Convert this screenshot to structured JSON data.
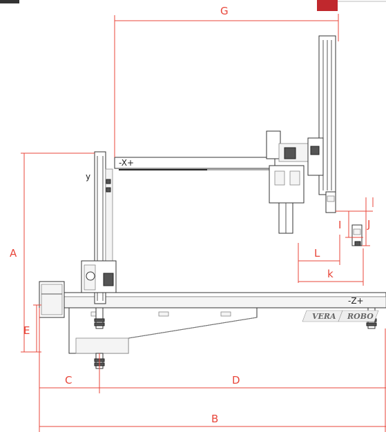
{
  "dimensions": {
    "G": "G",
    "A": "A",
    "E": "E",
    "C": "C",
    "D": "D",
    "B": "B",
    "L": "L",
    "k": "k",
    "I": "I",
    "J": "J"
  },
  "axes": {
    "x": "-X+",
    "y": "y",
    "z": "-Z+"
  },
  "brand": {
    "left": "VERA",
    "right": "ROBO"
  },
  "colors": {
    "dimension": "#e8463a",
    "corner_tab": "#c0282d"
  }
}
